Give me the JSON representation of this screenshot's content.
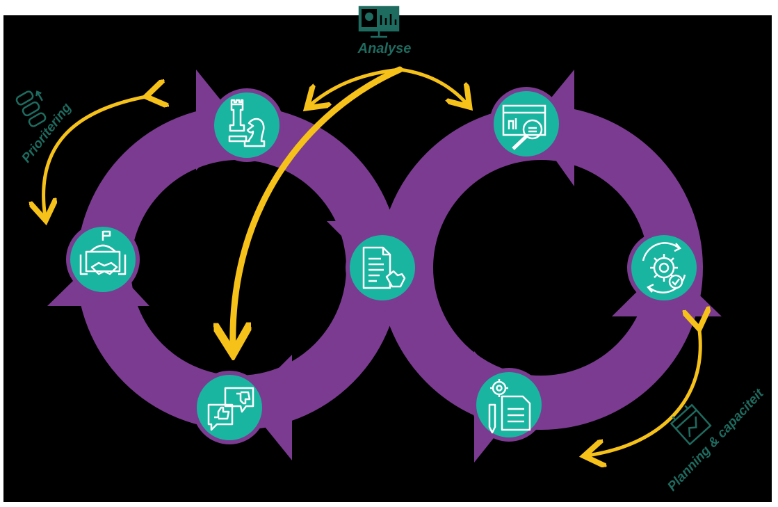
{
  "labels": {
    "analyse": "Analyse",
    "prioritering": "Prioritering",
    "planning": "Planning & capaciteit"
  },
  "nodes": [
    {
      "id": "strategy",
      "icon": "chess-pieces-icon"
    },
    {
      "id": "monitoring",
      "icon": "dashboard-magnifier-icon"
    },
    {
      "id": "agreement",
      "icon": "government-handshake-icon"
    },
    {
      "id": "document",
      "icon": "document-hand-icon"
    },
    {
      "id": "process",
      "icon": "gear-cycle-check-icon"
    },
    {
      "id": "feedback",
      "icon": "chat-thumbs-icon"
    },
    {
      "id": "specification",
      "icon": "gear-document-pencil-icon"
    }
  ],
  "colors": {
    "background": "#000000",
    "loop": "#7b3b91",
    "node_fill": "#19b5a0",
    "node_ring": "#7b3b91",
    "arrow": "#f6c21a",
    "label": "#1e6b5f"
  }
}
